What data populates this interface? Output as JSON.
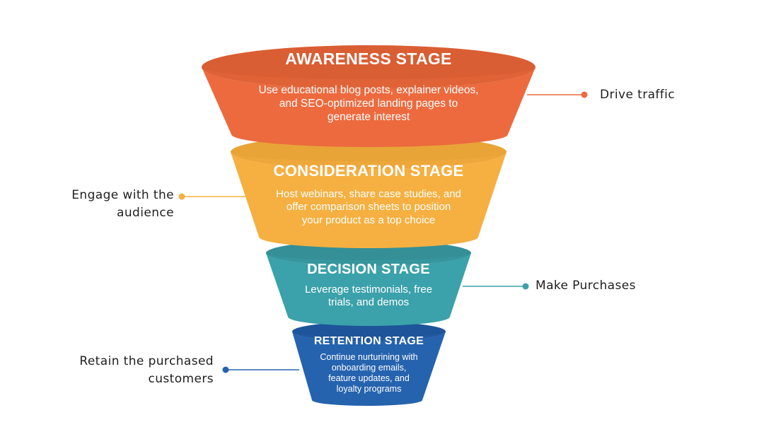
{
  "diagram": {
    "type": "funnel",
    "stages": [
      {
        "id": "awareness",
        "title": "AWARENESS STAGE",
        "description": "Use educational blog posts, explainer videos, and SEO-optimized landing pages to generate interest",
        "desc_lines": [
          "Use educational blog posts, explainer videos,",
          "and SEO-optimized landing pages to",
          "generate interest"
        ],
        "color": "#EC6A3E",
        "rim_color": "#DA5E33",
        "callout": {
          "side": "right",
          "lines": [
            "Drive traffic"
          ]
        }
      },
      {
        "id": "consideration",
        "title": "CONSIDERATION STAGE",
        "description": "Host webinars, share case studies, and offer comparison sheets to position your product as a top choice",
        "desc_lines": [
          "Host webinars, share case studies, and",
          "offer comparison sheets to position",
          "your product as a top choice"
        ],
        "color": "#F5B041",
        "rim_color": "#E8A437",
        "callout": {
          "side": "left",
          "lines": [
            "Engage with the",
            "audience"
          ]
        }
      },
      {
        "id": "decision",
        "title": "DECISION STAGE",
        "description": "Leverage testimonials, free trials, and demos",
        "desc_lines": [
          "Leverage testimonials, free",
          "trials, and demos"
        ],
        "color": "#3BA1AA",
        "rim_color": "#348F97",
        "callout": {
          "side": "right",
          "lines": [
            "Make Purchases"
          ]
        }
      },
      {
        "id": "retention",
        "title": "RETENTION STAGE",
        "description": "Continue nurturining with onboarding emails, feature updates, and loyalty programs",
        "desc_lines": [
          "Continue nurturining with",
          "onboarding emails,",
          "feature updates, and",
          "loyalty programs"
        ],
        "color": "#2563AE",
        "rim_color": "#1E549A",
        "callout": {
          "side": "left",
          "lines": [
            "Retain the purchased",
            "customers"
          ]
        }
      }
    ]
  }
}
